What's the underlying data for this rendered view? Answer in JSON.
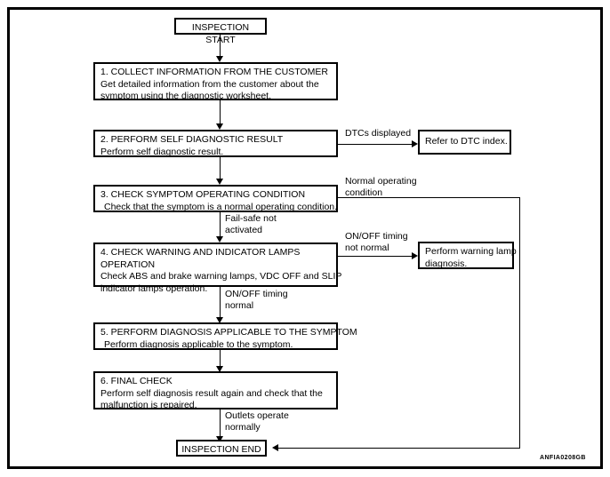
{
  "figure": {
    "code": "ANFIA0208GB",
    "type": "flowchart",
    "title": "Diagnostic work flow"
  },
  "nodes": {
    "start": {
      "label": "INSPECTION START"
    },
    "step1": {
      "heading": "1. COLLECT INFORMATION FROM THE CUSTOMER",
      "line2": "Get detailed information from the customer about the",
      "line3": "symptom using the diagnostic worksheet."
    },
    "step2": {
      "heading": "2. PERFORM SELF DIAGNOSTIC RESULT",
      "line2": "Perform self diagnostic result."
    },
    "dtc_index": {
      "label": "Refer to DTC index."
    },
    "step3": {
      "heading": "3. CHECK SYMPTOM OPERATING CONDITION",
      "line2": "Check that the symptom is a normal operating condition."
    },
    "step4": {
      "heading": "4. CHECK WARNING AND INDICATOR LAMPS",
      "line2": "OPERATION",
      "line3": "Check ABS and brake warning lamps, VDC OFF and SLIP",
      "line4": "indicator lamps operation."
    },
    "warning_lamp": {
      "line1": "Perform warning lamp",
      "line2": "diagnosis."
    },
    "step5": {
      "heading": "5. PERFORM DIAGNOSIS APPLICABLE TO THE SYMPTOM",
      "line2": "Perform diagnosis applicable to the symptom."
    },
    "step6": {
      "heading": "6. FINAL CHECK",
      "line2": "Perform self diagnosis result again and check that the",
      "line3": "malfunction is repaired."
    },
    "end": {
      "label": "INSPECTION END"
    }
  },
  "edge_labels": {
    "dtcs_displayed": {
      "line1": "DTCs displayed"
    },
    "normal_operating": {
      "line1": "Normal operating",
      "line2": "condition"
    },
    "fail_safe": {
      "line1": "Fail-safe not",
      "line2": "activated"
    },
    "onoff_not_normal": {
      "line1": "ON/OFF timing",
      "line2": "not normal"
    },
    "onoff_normal": {
      "line1": "ON/OFF timing",
      "line2": "normal"
    },
    "outlets_normal": {
      "line1": "Outlets operate",
      "line2": "normally"
    }
  },
  "colors": {
    "line": "#000000",
    "background": "#ffffff",
    "text": "#000000"
  }
}
